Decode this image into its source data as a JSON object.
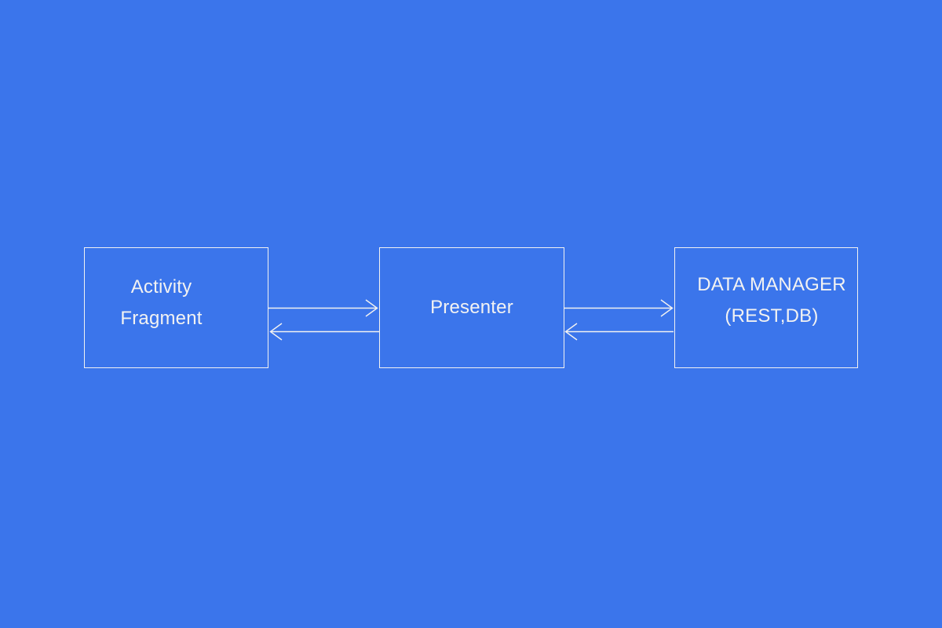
{
  "diagram": {
    "colors": {
      "background": "#3B75EB",
      "stroke": "#F2F2F2",
      "text": "#F2F2F2"
    },
    "nodes": [
      {
        "id": "view",
        "lines": [
          "Activity",
          "Fragment"
        ]
      },
      {
        "id": "presenter",
        "lines": [
          "Presenter"
        ]
      },
      {
        "id": "data-manager",
        "lines": [
          "DATA MANAGER",
          "(REST,DB)"
        ]
      }
    ],
    "edges": [
      {
        "from": "view",
        "to": "presenter",
        "direction": "right"
      },
      {
        "from": "presenter",
        "to": "view",
        "direction": "left"
      },
      {
        "from": "presenter",
        "to": "data-manager",
        "direction": "right"
      },
      {
        "from": "data-manager",
        "to": "presenter",
        "direction": "left"
      }
    ]
  }
}
